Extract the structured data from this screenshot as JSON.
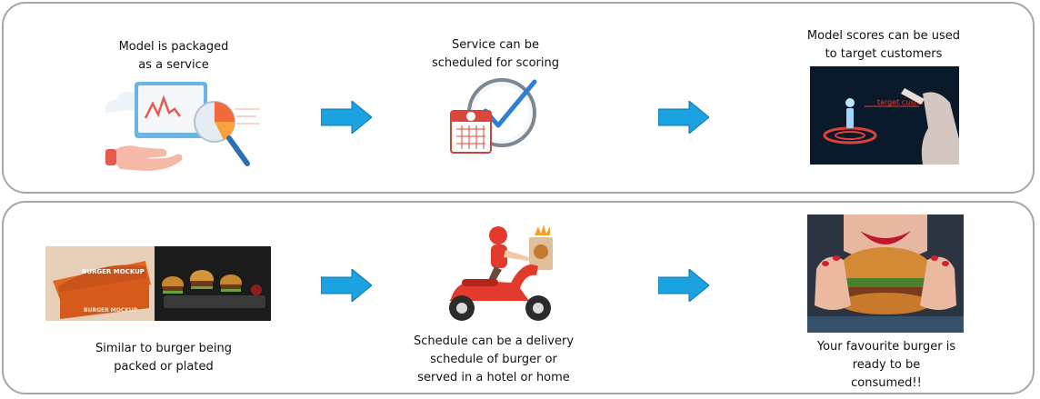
{
  "flow_top": {
    "step1": {
      "caption": "Model is packaged\nas a service",
      "icon": "analytics-hand-icon"
    },
    "step2": {
      "caption": "Service can be\nscheduled for scoring",
      "icon": "calendar-clock-icon"
    },
    "step3": {
      "caption": "Model scores can be used\nto target customers",
      "icon": "target-customer-photo",
      "photo_text": "target customer"
    }
  },
  "flow_bottom": {
    "step1": {
      "caption": "Similar to burger being\npacked or plated",
      "icon": "burger-box-photo",
      "photo_text_top": "BURGER MOCKUP",
      "photo_text_box": "BURGER MOCKUP"
    },
    "step2": {
      "caption": "Schedule can be a delivery\nschedule of burger or\nserved in a hotel or home",
      "icon": "delivery-scooter-icon"
    },
    "step3": {
      "caption": "Your favourite burger is\nready to be\nconsumed!!",
      "icon": "burger-eating-photo"
    }
  },
  "colors": {
    "arrow": "#1aa3e0",
    "border": "#a6a6a6"
  }
}
